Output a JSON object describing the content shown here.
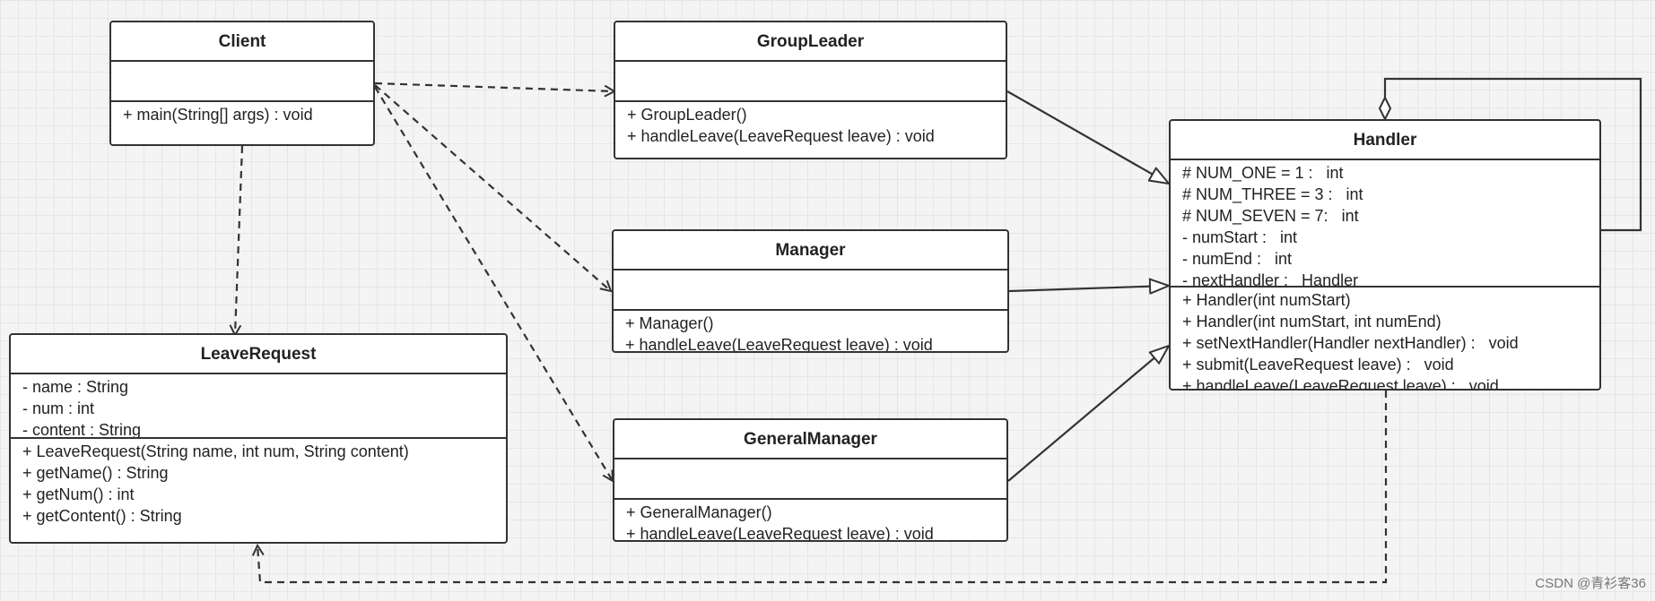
{
  "classes": {
    "client": {
      "name": "Client",
      "attributes": [],
      "operations": [
        "+ main(String[] args) : void"
      ]
    },
    "group_leader": {
      "name": "GroupLeader",
      "attributes": [],
      "operations": [
        "+ GroupLeader()",
        "+ handleLeave(LeaveRequest leave) : void"
      ]
    },
    "manager": {
      "name": "Manager",
      "attributes": [],
      "operations": [
        "+ Manager()",
        "+ handleLeave(LeaveRequest leave) : void"
      ]
    },
    "general_manager": {
      "name": "GeneralManager",
      "attributes": [],
      "operations": [
        "+ GeneralManager()",
        "+ handleLeave(LeaveRequest leave) : void"
      ]
    },
    "leave_request": {
      "name": "LeaveRequest",
      "attributes": [
        "- name : String",
        "- num : int",
        "- content : String"
      ],
      "operations": [
        "+ LeaveRequest(String name, int num, String content)",
        "+ getName() : String",
        "+ getNum() : int",
        "+ getContent() : String"
      ]
    },
    "handler": {
      "name": "Handler",
      "attributes": [
        "# NUM_ONE = 1 :   int",
        "# NUM_THREE = 3 :   int",
        "# NUM_SEVEN = 7:   int",
        "- numStart :   int",
        "- numEnd :   int",
        "- nextHandler :   Handler"
      ],
      "operations": [
        "+ Handler(int numStart)",
        "+ Handler(int numStart, int numEnd)",
        "+ setNextHandler(Handler nextHandler) :   void",
        "+ submit(LeaveRequest leave) :   void",
        "+ handleLeave(LeaveRequest leave) :   void"
      ]
    }
  },
  "watermark": "CSDN @青衫客36"
}
